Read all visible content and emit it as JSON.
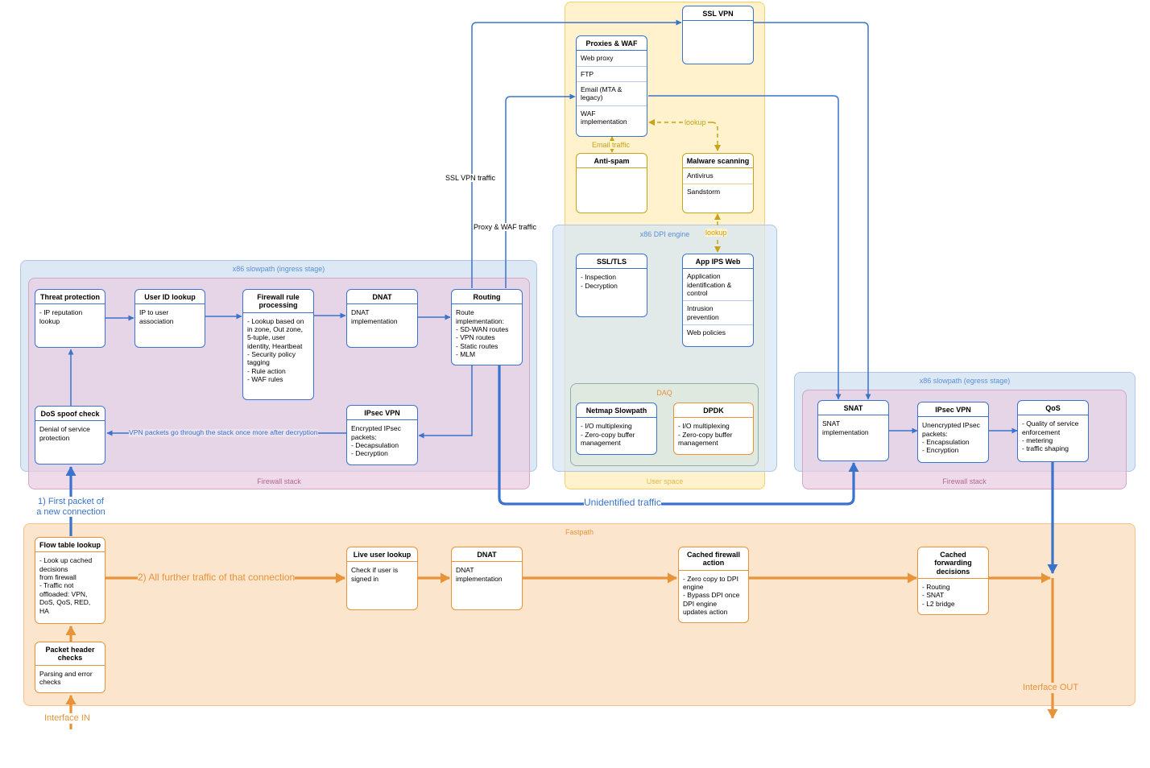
{
  "colors": {
    "blue": "#3a73cc",
    "orange": "#e89338",
    "gold": "#c8a218",
    "firewall_stack_fill": "#ead9e8",
    "slowpath_fill": "#dde8f5",
    "user_space_fill": "#fff2cc",
    "fastpath_fill": "#fbe5cd"
  },
  "regions": {
    "slowpath_ingress": "x86 slowpath (ingress stage)",
    "firewall_stack_left": "Firewall stack",
    "user_space": "User space",
    "dpi_engine": "x86 DPI engine",
    "daq": "DAQ",
    "slowpath_egress": "x86 slowpath (egress stage)",
    "firewall_stack_right": "Firewall stack",
    "fastpath": "Fastpath"
  },
  "boxes": {
    "threat": {
      "title": "Threat protection",
      "body": "- IP reputation\nlookup"
    },
    "userid": {
      "title": "User ID lookup",
      "body": "IP to user\nassociation"
    },
    "fwrule": {
      "title": "Firewall rule\nprocessing",
      "body": "- Lookup based on\nin zone, Out zone,\n5-tuple, user\nidentity, Heartbeat\n- Security policy\ntagging\n- Rule action\n- WAF rules"
    },
    "dnat1": {
      "title": "DNAT",
      "body": "DNAT\nimplementation"
    },
    "routing": {
      "title": "Routing",
      "body": "Route\nimplementation:\n- SD-WAN routes\n- VPN routes\n- Static routes\n- MLM"
    },
    "dos": {
      "title": "DoS spoof check",
      "body": "Denial of service\nprotection"
    },
    "ipsec1": {
      "title": "IPsec VPN",
      "body": "Encrypted IPsec\npackets:\n- Decapsulation\n- Decryption"
    },
    "sslvpn": {
      "title": "SSL VPN",
      "body": ""
    },
    "proxies": {
      "title": "Proxies & WAF",
      "items": [
        "Web proxy",
        "FTP",
        "Email (MTA &\nlegacy)",
        "WAF\nimplementation"
      ]
    },
    "antispam": {
      "title": "Anti-spam",
      "body": ""
    },
    "malware": {
      "title": "Malware scanning",
      "items": [
        "Antivirus",
        "Sandstorm"
      ]
    },
    "ssltls": {
      "title": "SSL/TLS",
      "body": "- Inspection\n- Decryption"
    },
    "appips": {
      "title": "App IPS Web",
      "items": [
        "Application\nidentification &\ncontrol",
        "Intrusion\nprevention",
        "Web policies"
      ]
    },
    "netmap": {
      "title": "Netmap Slowpath",
      "body": "- I/O multiplexing\n- Zero-copy buffer\nmanagement"
    },
    "dpdk": {
      "title": "DPDK",
      "body": "- I/O multiplexing\n- Zero-copy buffer\nmanagement"
    },
    "snat": {
      "title": "SNAT",
      "body": "SNAT\nimplementation"
    },
    "ipsec2": {
      "title": "IPsec VPN",
      "body": "Unencrypted IPsec\npackets:\n- Encapsulation\n- Encryption"
    },
    "qos": {
      "title": "QoS",
      "body": "- Quality of service\nenforcement\n- metering\n- traffic shaping"
    },
    "flowtable": {
      "title": "Flow table lookup",
      "body": "- Look up cached\ndecisions\nfrom firewall\n- Traffic not\noffloaded: VPN,\nDoS, QoS, RED,\nHA"
    },
    "pktheader": {
      "title": "Packet header\nchecks",
      "body": "Parsing and error\nchecks"
    },
    "liveuser": {
      "title": "Live user lookup",
      "body": "Check if user is\nsigned in"
    },
    "dnat2": {
      "title": "DNAT",
      "body": "DNAT\nimplementation"
    },
    "cachedfw": {
      "title": "Cached firewall\naction",
      "body": "- Zero copy to DPI\nengine\n- Bypass DPI once\nDPI engine\nupdates action"
    },
    "cachedfwd": {
      "title": "Cached\nforwarding\ndecisions",
      "body": "- Routing\n- SNAT\n- L2 bridge"
    }
  },
  "labels": {
    "ssl_vpn_traffic": "SSL VPN traffic",
    "proxy_waf_traffic": "Proxy & WAF traffic",
    "email_traffic": "Email traffic",
    "lookup_top": "lookup",
    "lookup_mid": "lookup",
    "vpn_again": "VPN packets go through the stack once more after decryption",
    "first_packet": "1) First packet of\na new connection",
    "further_traffic": "2) All further traffic of that connection",
    "unidentified": "Unidentified traffic",
    "interface_in": "Interface IN",
    "interface_out": "Interface OUT"
  }
}
